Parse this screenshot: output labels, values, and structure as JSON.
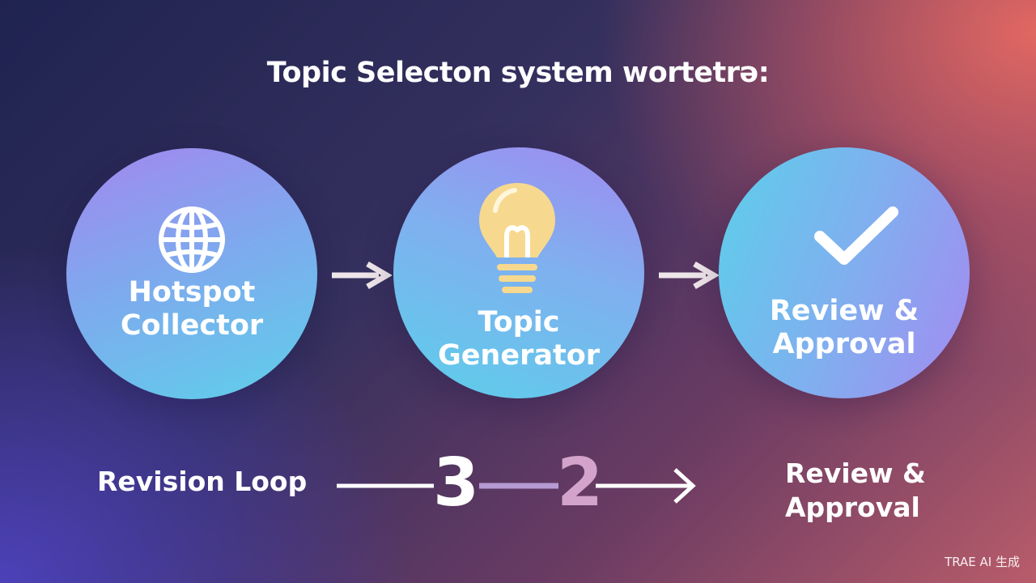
{
  "title": "Topic Selecton system wortetrə:",
  "nodes": [
    {
      "label": "Hotspot\nCollector",
      "icon": "globe-icon"
    },
    {
      "label": "Topic\nGenerator",
      "icon": "lightbulb-icon"
    },
    {
      "label": "Review &\nApproval",
      "icon": "checkmark-icon"
    }
  ],
  "bottom": {
    "left_label": "Revision Loop",
    "step_a": "3",
    "step_b": "2",
    "right_label": "Review &\nApproval"
  },
  "watermark": "TRAE AI 生成",
  "colors": {
    "circle_start": "#5ed0ea",
    "circle_end": "#a387ee",
    "bulb": "#f6d98e",
    "step_b": "#d4a3cb"
  }
}
